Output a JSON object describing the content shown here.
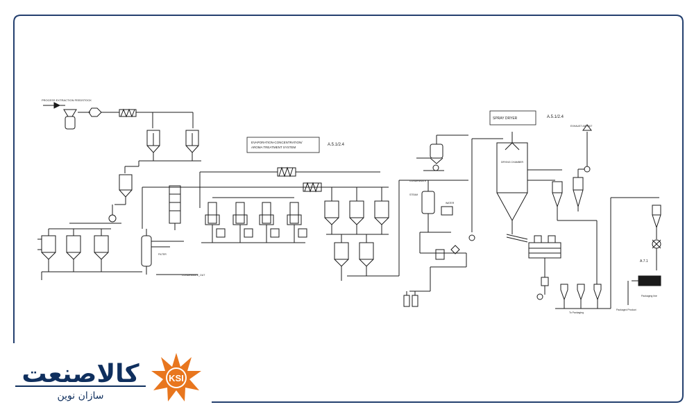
{
  "diagram": {
    "feed_label": "PROCESS EXTRACTION FEEDSTOCK",
    "evaporation_title_line1": "EVAPORATION-CONCENTRATION/",
    "evaporation_title_line2": "AROMA TREATMENT SYSTEM",
    "evaporation_ref": "A.5.1/2.4",
    "spray_dryer_title": "SPRAY DRYER",
    "spray_dryer_ref": "A.5.1/2.4",
    "condensate_label": "CONDENSATE",
    "condensate_out_label": "CONDENSATE_OUT",
    "filter_label": "FILTER",
    "steam_label": "STEAM",
    "water_label": "WATER",
    "dryer_chamber_label": "DRYING CHAMBER",
    "exhaust_label": "EXHAUST AIR OUT",
    "section_ref": "A.7.1",
    "packaging_label": "Packaging line",
    "product_label": "Packaged Product",
    "to_packaging_label": "To Packaging"
  },
  "brand": {
    "name_fa": "کالاصنعت",
    "tagline_fa": "سازان نوین",
    "emblem_text": "KSI",
    "emblem_color": "#e8761e",
    "ink_color": "#0f2f5e"
  },
  "colors": {
    "frame": "#233f6e",
    "line": "#1a1a1a"
  }
}
